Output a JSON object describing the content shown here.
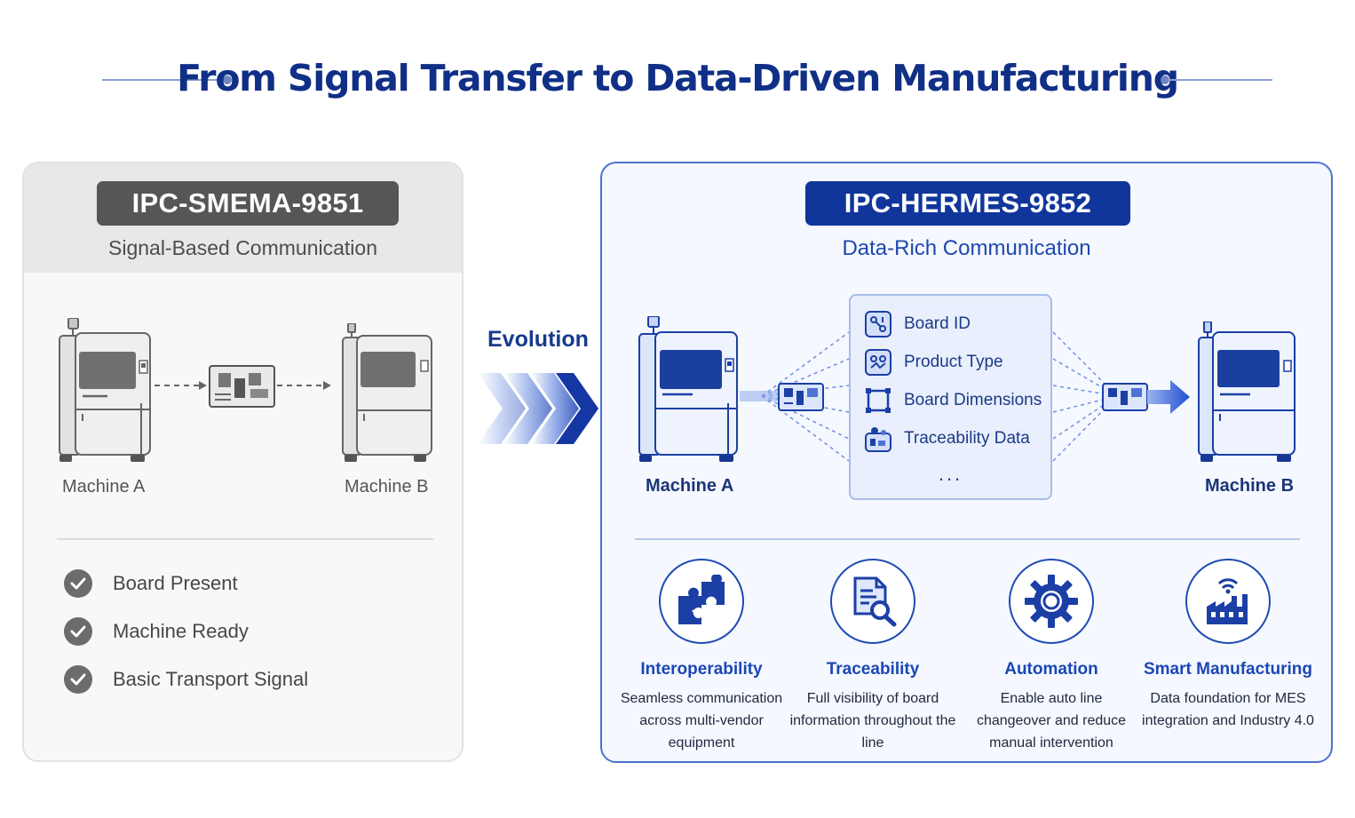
{
  "title": "From Signal Transfer to Data-Driven Manufacturing",
  "evolution_label": "Evolution",
  "left": {
    "badge": "IPC-SMEMA-9851",
    "subtitle": "Signal-Based Communication",
    "machine_a": "Machine A",
    "machine_b": "Machine B",
    "checks": [
      {
        "label": "Board Present"
      },
      {
        "label": "Machine Ready"
      },
      {
        "label": "Basic Transport Signal"
      }
    ]
  },
  "right": {
    "badge": "IPC-HERMES-9852",
    "subtitle": "Data-Rich Communication",
    "machine_a": "Machine A",
    "machine_b": "Machine B",
    "data_items": [
      {
        "label": "Board ID",
        "icon": "board-id-icon"
      },
      {
        "label": "Product Type",
        "icon": "product-type-icon"
      },
      {
        "label": "Board Dimensions",
        "icon": "board-dimensions-icon"
      },
      {
        "label": "Traceability Data",
        "icon": "traceability-data-icon"
      }
    ],
    "data_more": "...",
    "benefits": [
      {
        "title": "Interoperability",
        "description": "Seamless communication across multi-vendor equipment",
        "icon": "puzzle-icon"
      },
      {
        "title": "Traceability",
        "description": "Full visibility of board information throughout the line",
        "icon": "document-search-icon"
      },
      {
        "title": "Automation",
        "description": "Enable auto line changeover and reduce manual intervention",
        "icon": "gear-icon"
      },
      {
        "title": "Smart Manufacturing",
        "description": "Data foundation for MES integration and Industry 4.0",
        "icon": "smart-factory-icon"
      }
    ]
  },
  "colors": {
    "title": "#102f86",
    "accent_blue": "#10359b",
    "left_badge": "#555657",
    "check_circle": "#6c6c6c"
  }
}
